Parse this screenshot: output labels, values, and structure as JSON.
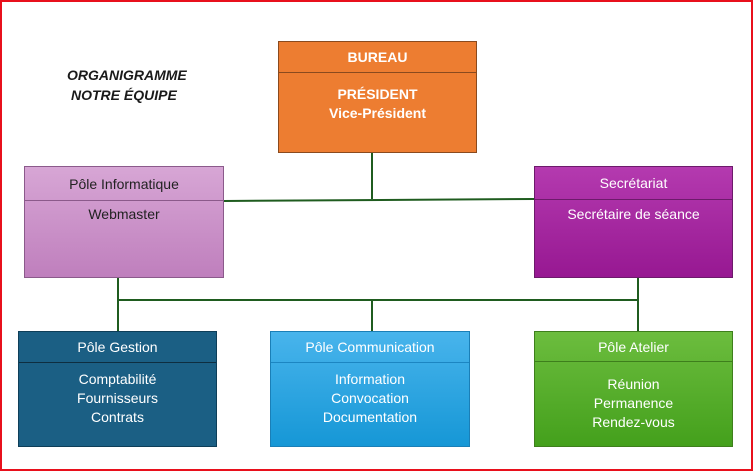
{
  "title": {
    "line1": "ORGANIGRAMME",
    "line2": "NOTRE ÉQUIPE"
  },
  "colors": {
    "frame": "#e8101c",
    "connector": "#1f5c1f",
    "bureau": "#ed7d31",
    "informatique": "#c98fc7",
    "secretariat": "#a52aa0",
    "gestion": "#1b5f84",
    "communication": "#2ea6e2",
    "atelier": "#56ac2c"
  },
  "boxes": {
    "bureau": {
      "header": "BUREAU",
      "lines": [
        "PRÉSIDENT",
        "Vice-Président"
      ]
    },
    "informatique": {
      "header": "Pôle Informatique",
      "lines": [
        "Webmaster"
      ]
    },
    "secretariat": {
      "header": "Secrétariat",
      "lines": [
        "Secrétaire de séance"
      ]
    },
    "gestion": {
      "header": "Pôle Gestion",
      "lines": [
        "Comptabilité",
        "Fournisseurs",
        "Contrats"
      ]
    },
    "communication": {
      "header": "Pôle Communication",
      "lines": [
        "Information",
        "Convocation",
        "Documentation"
      ]
    },
    "atelier": {
      "header": "Pôle Atelier",
      "lines": [
        "Réunion",
        "Permanence",
        "Rendez-vous"
      ]
    }
  }
}
